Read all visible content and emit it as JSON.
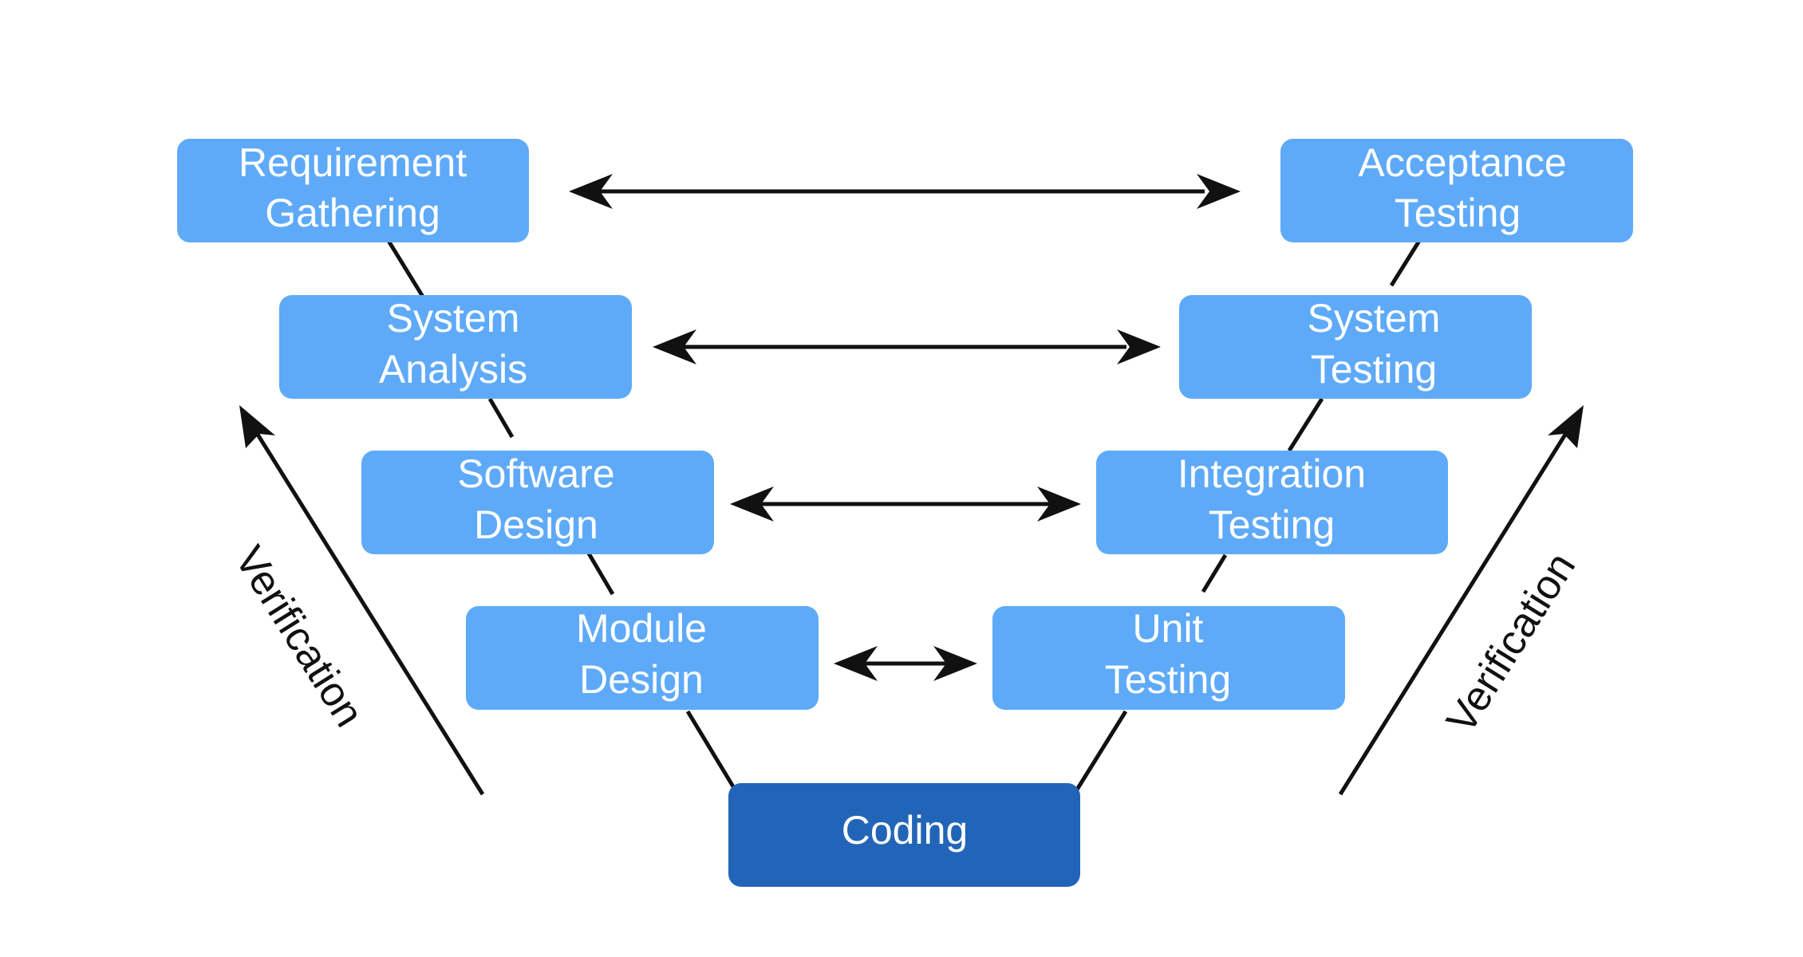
{
  "colors": {
    "stage_box": "#5eaaf8",
    "coding_box": "#2265b8",
    "text_on_box": "#ffffff",
    "lines": "#111111",
    "background": "#ffffff"
  },
  "left_branch": {
    "requirement_gathering": {
      "line1": "Requirement",
      "line2": "Gathering"
    },
    "system_analysis": {
      "line1": "System",
      "line2": "Analysis"
    },
    "software_design": {
      "line1": "Software",
      "line2": "Design"
    },
    "module_design": {
      "line1": "Module",
      "line2": "Design"
    }
  },
  "right_branch": {
    "acceptance_testing": {
      "line1": "Acceptance",
      "line2": "Testing"
    },
    "system_testing": {
      "line1": "System",
      "line2": "Testing"
    },
    "integration_testing": {
      "line1": "Integration",
      "line2": "Testing"
    },
    "unit_testing": {
      "line1": "Unit",
      "line2": "Testing"
    }
  },
  "bottom": {
    "coding": "Coding"
  },
  "side_labels": {
    "left": "Verification",
    "right": "Verification"
  }
}
